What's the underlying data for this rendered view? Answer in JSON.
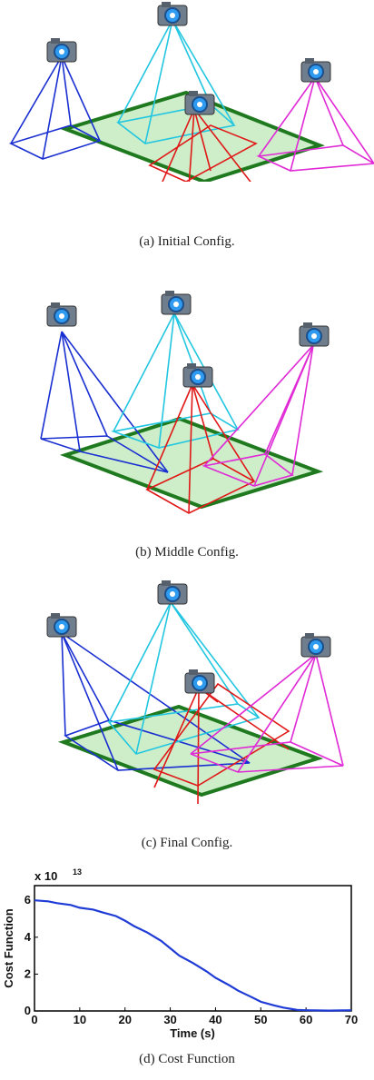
{
  "figure": {
    "captions": {
      "a": "(a) Initial Config.",
      "b": "(b) Middle Config.",
      "c": "(c) Final Config.",
      "d": "(d) Cost Function"
    },
    "colors": {
      "plane_fill": "#cdeec9",
      "plane_edge": "#1f7a1f",
      "cam_blue": "#1a2fd1",
      "cam_cyan": "#22c6e0",
      "cam_red": "#e01818",
      "cam_magenta": "#e02ad6",
      "curve": "#1f3bd6"
    }
  },
  "chart_data": {
    "type": "line",
    "title": "",
    "xlabel": "Time (s)",
    "ylabel": "Cost Function",
    "y_multiplier": "x 10",
    "y_multiplier_exp": "13",
    "xlim": [
      0,
      70
    ],
    "ylim": [
      0,
      6.8
    ],
    "xticks": [
      "0",
      "10",
      "20",
      "30",
      "40",
      "50",
      "60",
      "70"
    ],
    "yticks": [
      "0",
      "2",
      "4",
      "6"
    ],
    "grid": false,
    "series": [
      {
        "x": [
          0,
          3,
          5,
          8,
          10,
          13,
          15,
          18,
          20,
          22,
          25,
          28,
          30,
          32,
          35,
          38,
          40,
          43,
          45,
          48,
          50,
          53,
          55,
          57,
          58,
          60,
          62,
          65,
          68,
          70
        ],
        "y": [
          6.0,
          5.95,
          5.85,
          5.75,
          5.6,
          5.5,
          5.35,
          5.15,
          4.9,
          4.6,
          4.25,
          3.8,
          3.4,
          3.0,
          2.6,
          2.15,
          1.8,
          1.4,
          1.1,
          0.75,
          0.5,
          0.3,
          0.18,
          0.1,
          0.06,
          0.04,
          0.03,
          0.02,
          0.03,
          0.04
        ]
      }
    ]
  }
}
